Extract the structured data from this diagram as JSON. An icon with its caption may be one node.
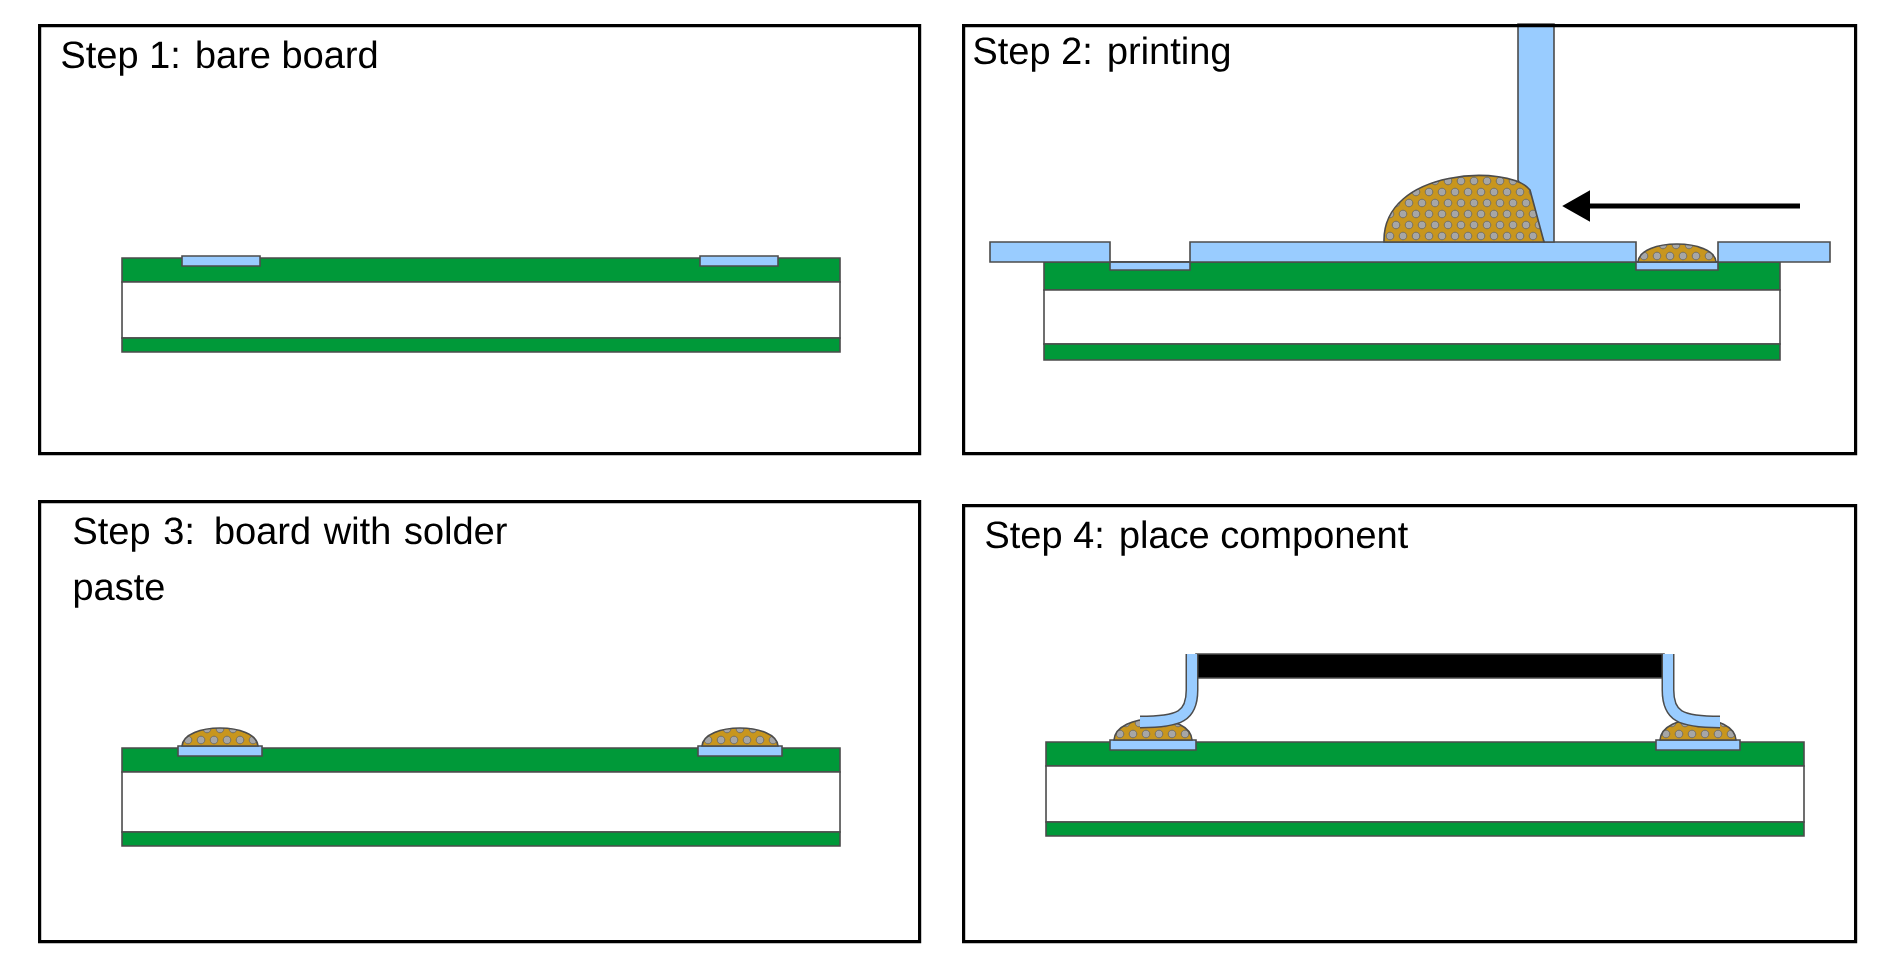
{
  "diagram": {
    "nodes": [
      {
        "text": [
          "Step 1: bare board"
        ]
      },
      {
        "text": [
          "Step 2: printing"
        ]
      },
      {
        "text": [
          "Step 3: board with solder paste"
        ]
      },
      {
        "text": [
          "Step 4: place component"
        ]
      }
    ]
  }
}
